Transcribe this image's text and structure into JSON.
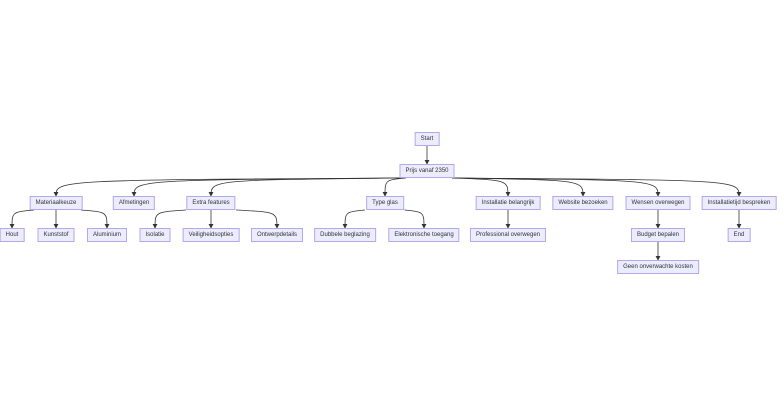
{
  "nodes": {
    "start": "Start",
    "prijs": "Prijs vanaf 2350",
    "materiaal": "Materiaalkeuze",
    "afmetingen": "Afmetingen",
    "extra": "Extra features",
    "typeglas": "Type glas",
    "installatie": "Installatie belangrijk",
    "website": "Website bezoeken",
    "wensen": "Wensen overwegen",
    "installatietijd": "Installatietijd bespreken",
    "hout": "Hout",
    "kunststof": "Kunststof",
    "aluminium": "Aluminium",
    "isolatie": "Isolatie",
    "veiligheid": "Veiligheidsopties",
    "ontwerp": "Ontwerpdetails",
    "dubbel": "Dubbele beglazing",
    "elektronisch": "Elektronische toegang",
    "professional": "Professional overwegen",
    "budget": "Budget bepalen",
    "end": "End",
    "geen": "Geen onverwachte kosten"
  },
  "edges": [
    [
      "start",
      "prijs"
    ],
    [
      "prijs",
      "materiaal"
    ],
    [
      "prijs",
      "afmetingen"
    ],
    [
      "prijs",
      "extra"
    ],
    [
      "prijs",
      "typeglas"
    ],
    [
      "prijs",
      "installatie"
    ],
    [
      "prijs",
      "website"
    ],
    [
      "prijs",
      "wensen"
    ],
    [
      "prijs",
      "installatietijd"
    ],
    [
      "materiaal",
      "hout"
    ],
    [
      "materiaal",
      "kunststof"
    ],
    [
      "materiaal",
      "aluminium"
    ],
    [
      "extra",
      "isolatie"
    ],
    [
      "extra",
      "veiligheid"
    ],
    [
      "extra",
      "ontwerp"
    ],
    [
      "typeglas",
      "dubbel"
    ],
    [
      "typeglas",
      "elektronisch"
    ],
    [
      "installatie",
      "professional"
    ],
    [
      "wensen",
      "budget"
    ],
    [
      "budget",
      "geen"
    ],
    [
      "installatietijd",
      "end"
    ]
  ],
  "colors": {
    "node_fill": "#ececff",
    "node_border": "#b4a9e6",
    "edge": "#333333"
  }
}
